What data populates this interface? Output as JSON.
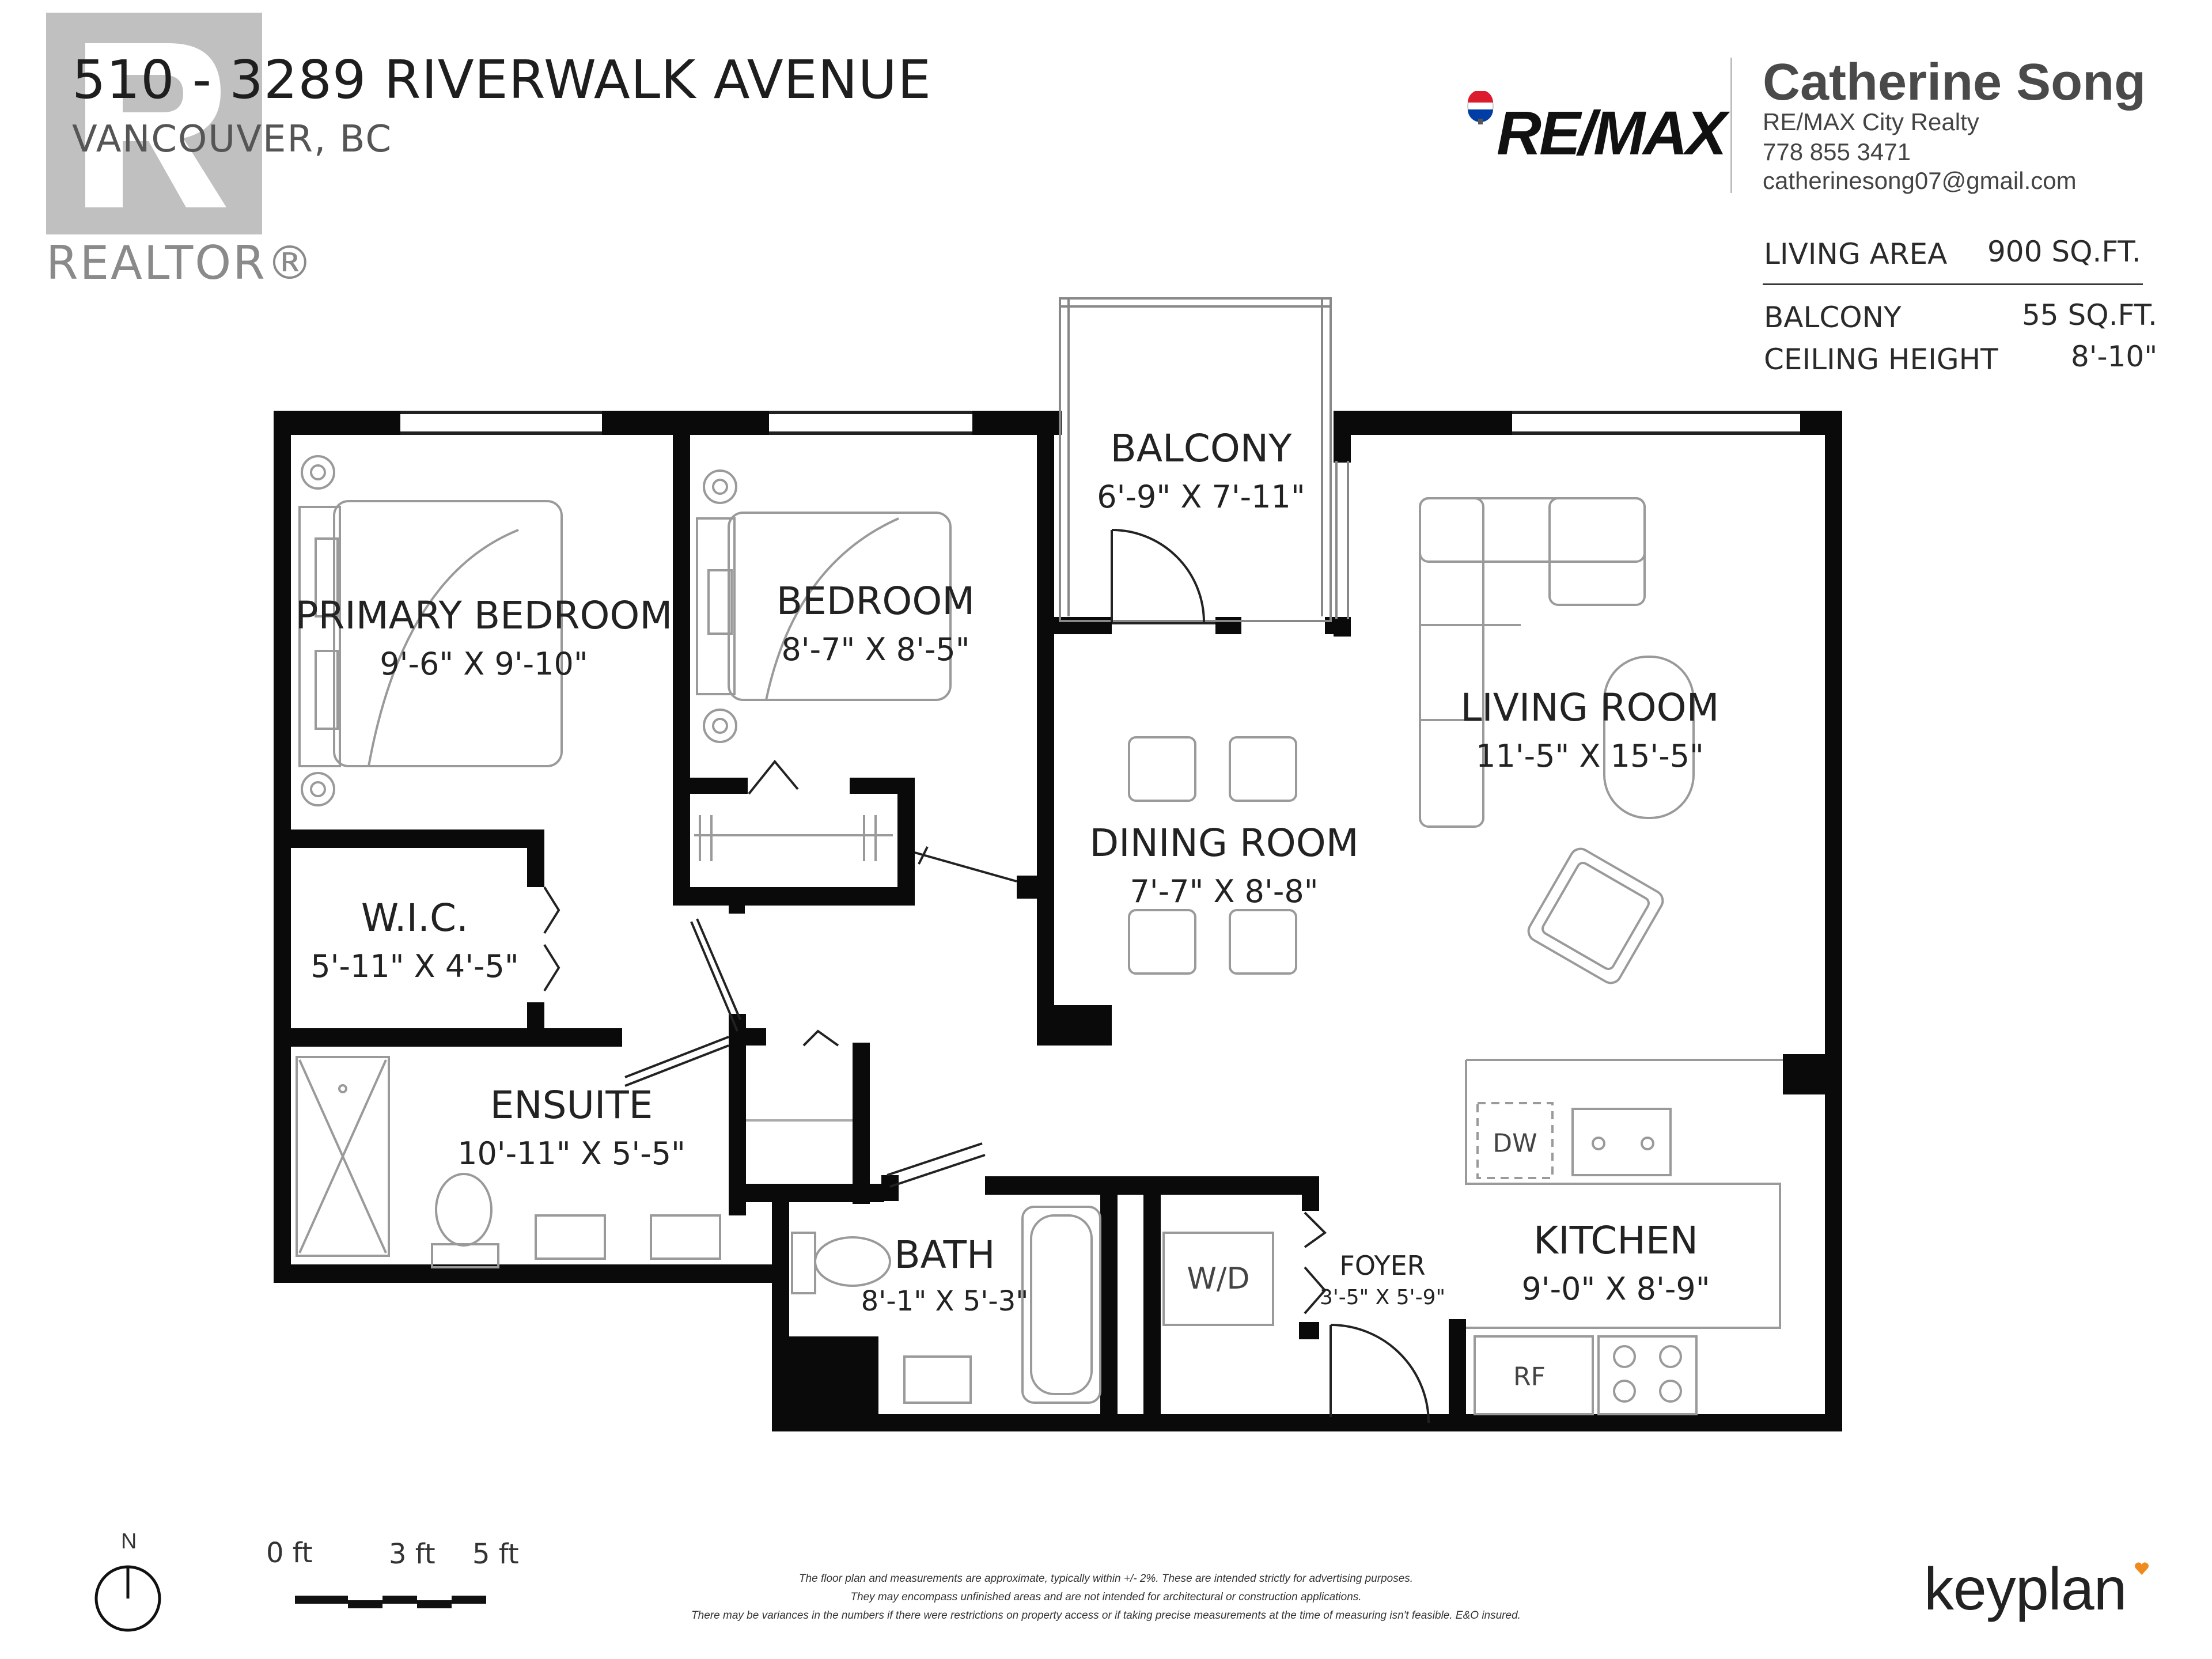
{
  "header": {
    "address": "510 - 3289 RIVERWALK AVENUE",
    "city": "VANCOUVER, BC",
    "realtor_logo_text": "REALTOR®"
  },
  "brokerage": {
    "logo_text": "RE/MAX",
    "logo_colors": [
      "#dc1c2e",
      "#ffffff",
      "#003da5"
    ]
  },
  "agent": {
    "name": "Catherine Song",
    "company": "RE/MAX City Realty",
    "phone": "778 855 3471",
    "email": "catherinesong07@gmail.com"
  },
  "specs": {
    "living_area_label": "LIVING AREA",
    "living_area_value": "900  SQ.FT.",
    "balcony_label": "BALCONY",
    "balcony_value": "55 SQ.FT.",
    "ceiling_label": "CEILING HEIGHT",
    "ceiling_value": "8'-10\""
  },
  "rooms": {
    "primary_bedroom": {
      "name": "PRIMARY BEDROOM",
      "dims": "9'-6\"   X   9'-10\""
    },
    "bedroom": {
      "name": "BEDROOM",
      "dims": "8'-7\"   X   8'-5\""
    },
    "balcony": {
      "name": "BALCONY",
      "dims": "6'-9\"   X   7'-11\""
    },
    "living_room": {
      "name": "LIVING ROOM",
      "dims": "11'-5\"   X   15'-5\""
    },
    "dining_room": {
      "name": "DINING ROOM",
      "dims": "7'-7\"   X   8'-8\""
    },
    "wic": {
      "name": "W.I.C.",
      "dims": "5'-11\"   X   4'-5\""
    },
    "ensuite": {
      "name": "ENSUITE",
      "dims": "10'-11\"   X   5'-5\""
    },
    "bath": {
      "name": "BATH",
      "dims": "8'-1\" X 5'-3\""
    },
    "foyer": {
      "name": "FOYER",
      "dims": "3'-5\" X 5'-9\""
    },
    "kitchen": {
      "name": "KITCHEN",
      "dims": "9'-0\"   X   8'-9\""
    }
  },
  "appliances": {
    "dishwasher": "DW",
    "washer_dryer": "W/D",
    "fridge": "RF"
  },
  "scale": {
    "north": "N",
    "labels": [
      "0 ft",
      "3 ft",
      "5 ft"
    ]
  },
  "disclaimer": {
    "line1": "The floor plan and measurements are approximate, typically within +/- 2%. These are intended strictly for advertising purposes.",
    "line2": "They may encompass unfinished areas and are not intended for architectural or construction applications.",
    "line3": "There may be variances in the numbers if there were restrictions on property access or if taking precise measurements at the time of measuring isn't feasible. E&O insured."
  },
  "footer": {
    "keyplan_logo": "keyplan"
  },
  "colors": {
    "wall": "#0a0a0a",
    "furniture": "#9a9a9a",
    "accent_orange": "#f08a1c"
  }
}
